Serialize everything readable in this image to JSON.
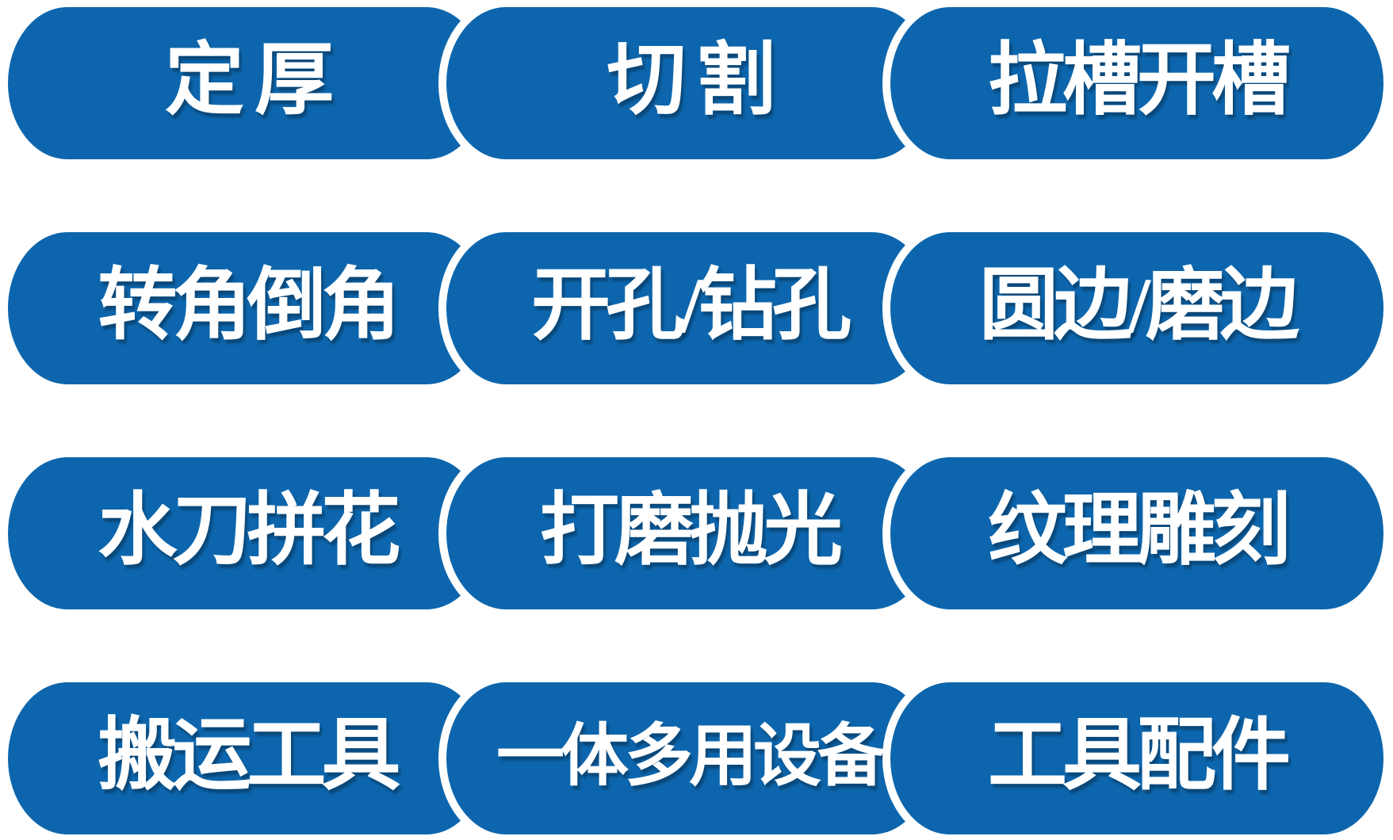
{
  "colors": {
    "pill_blue": "#0d66ad",
    "label_white": "#ffffff",
    "background": "#ffffff"
  },
  "grid": {
    "rows": [
      {
        "buttons": [
          {
            "label": "定 厚"
          },
          {
            "label": "切 割"
          },
          {
            "label": "拉槽开槽"
          }
        ]
      },
      {
        "buttons": [
          {
            "label": "转角倒角"
          },
          {
            "label": "开孔/钻孔"
          },
          {
            "label": "圆边/磨边"
          }
        ]
      },
      {
        "buttons": [
          {
            "label": "水刀拼花"
          },
          {
            "label": "打磨抛光"
          },
          {
            "label": "纹理雕刻"
          }
        ]
      },
      {
        "buttons": [
          {
            "label": "搬运工具"
          },
          {
            "label": "一体多用设备"
          },
          {
            "label": "工具配件"
          }
        ]
      }
    ]
  }
}
